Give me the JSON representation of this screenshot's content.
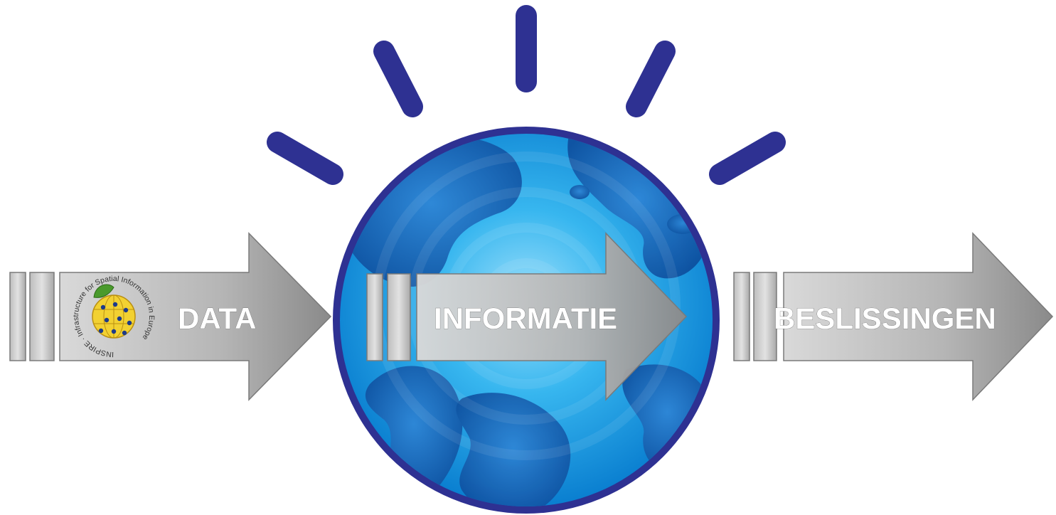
{
  "diagram": {
    "steps": [
      {
        "id": "data",
        "label": "DATA"
      },
      {
        "id": "informatie",
        "label": "INFORMATIE"
      },
      {
        "id": "beslissingen",
        "label": "BESLISSINGEN"
      }
    ],
    "logo": {
      "text": "INSPIRE · Infrastructure for Spatial Information in Europe"
    }
  },
  "colors": {
    "rays": "#2e3192",
    "globe_ring": "#2e3192",
    "globe_water_light": "#7fd3f5",
    "globe_water_dark": "#0a8fd8",
    "globe_land": "#1a5fb4",
    "arrow_light": "#d6d6d6",
    "arrow_dark": "#8c8c8c",
    "logo_globe": "#f2d132",
    "logo_leaf": "#4a9a2c"
  }
}
